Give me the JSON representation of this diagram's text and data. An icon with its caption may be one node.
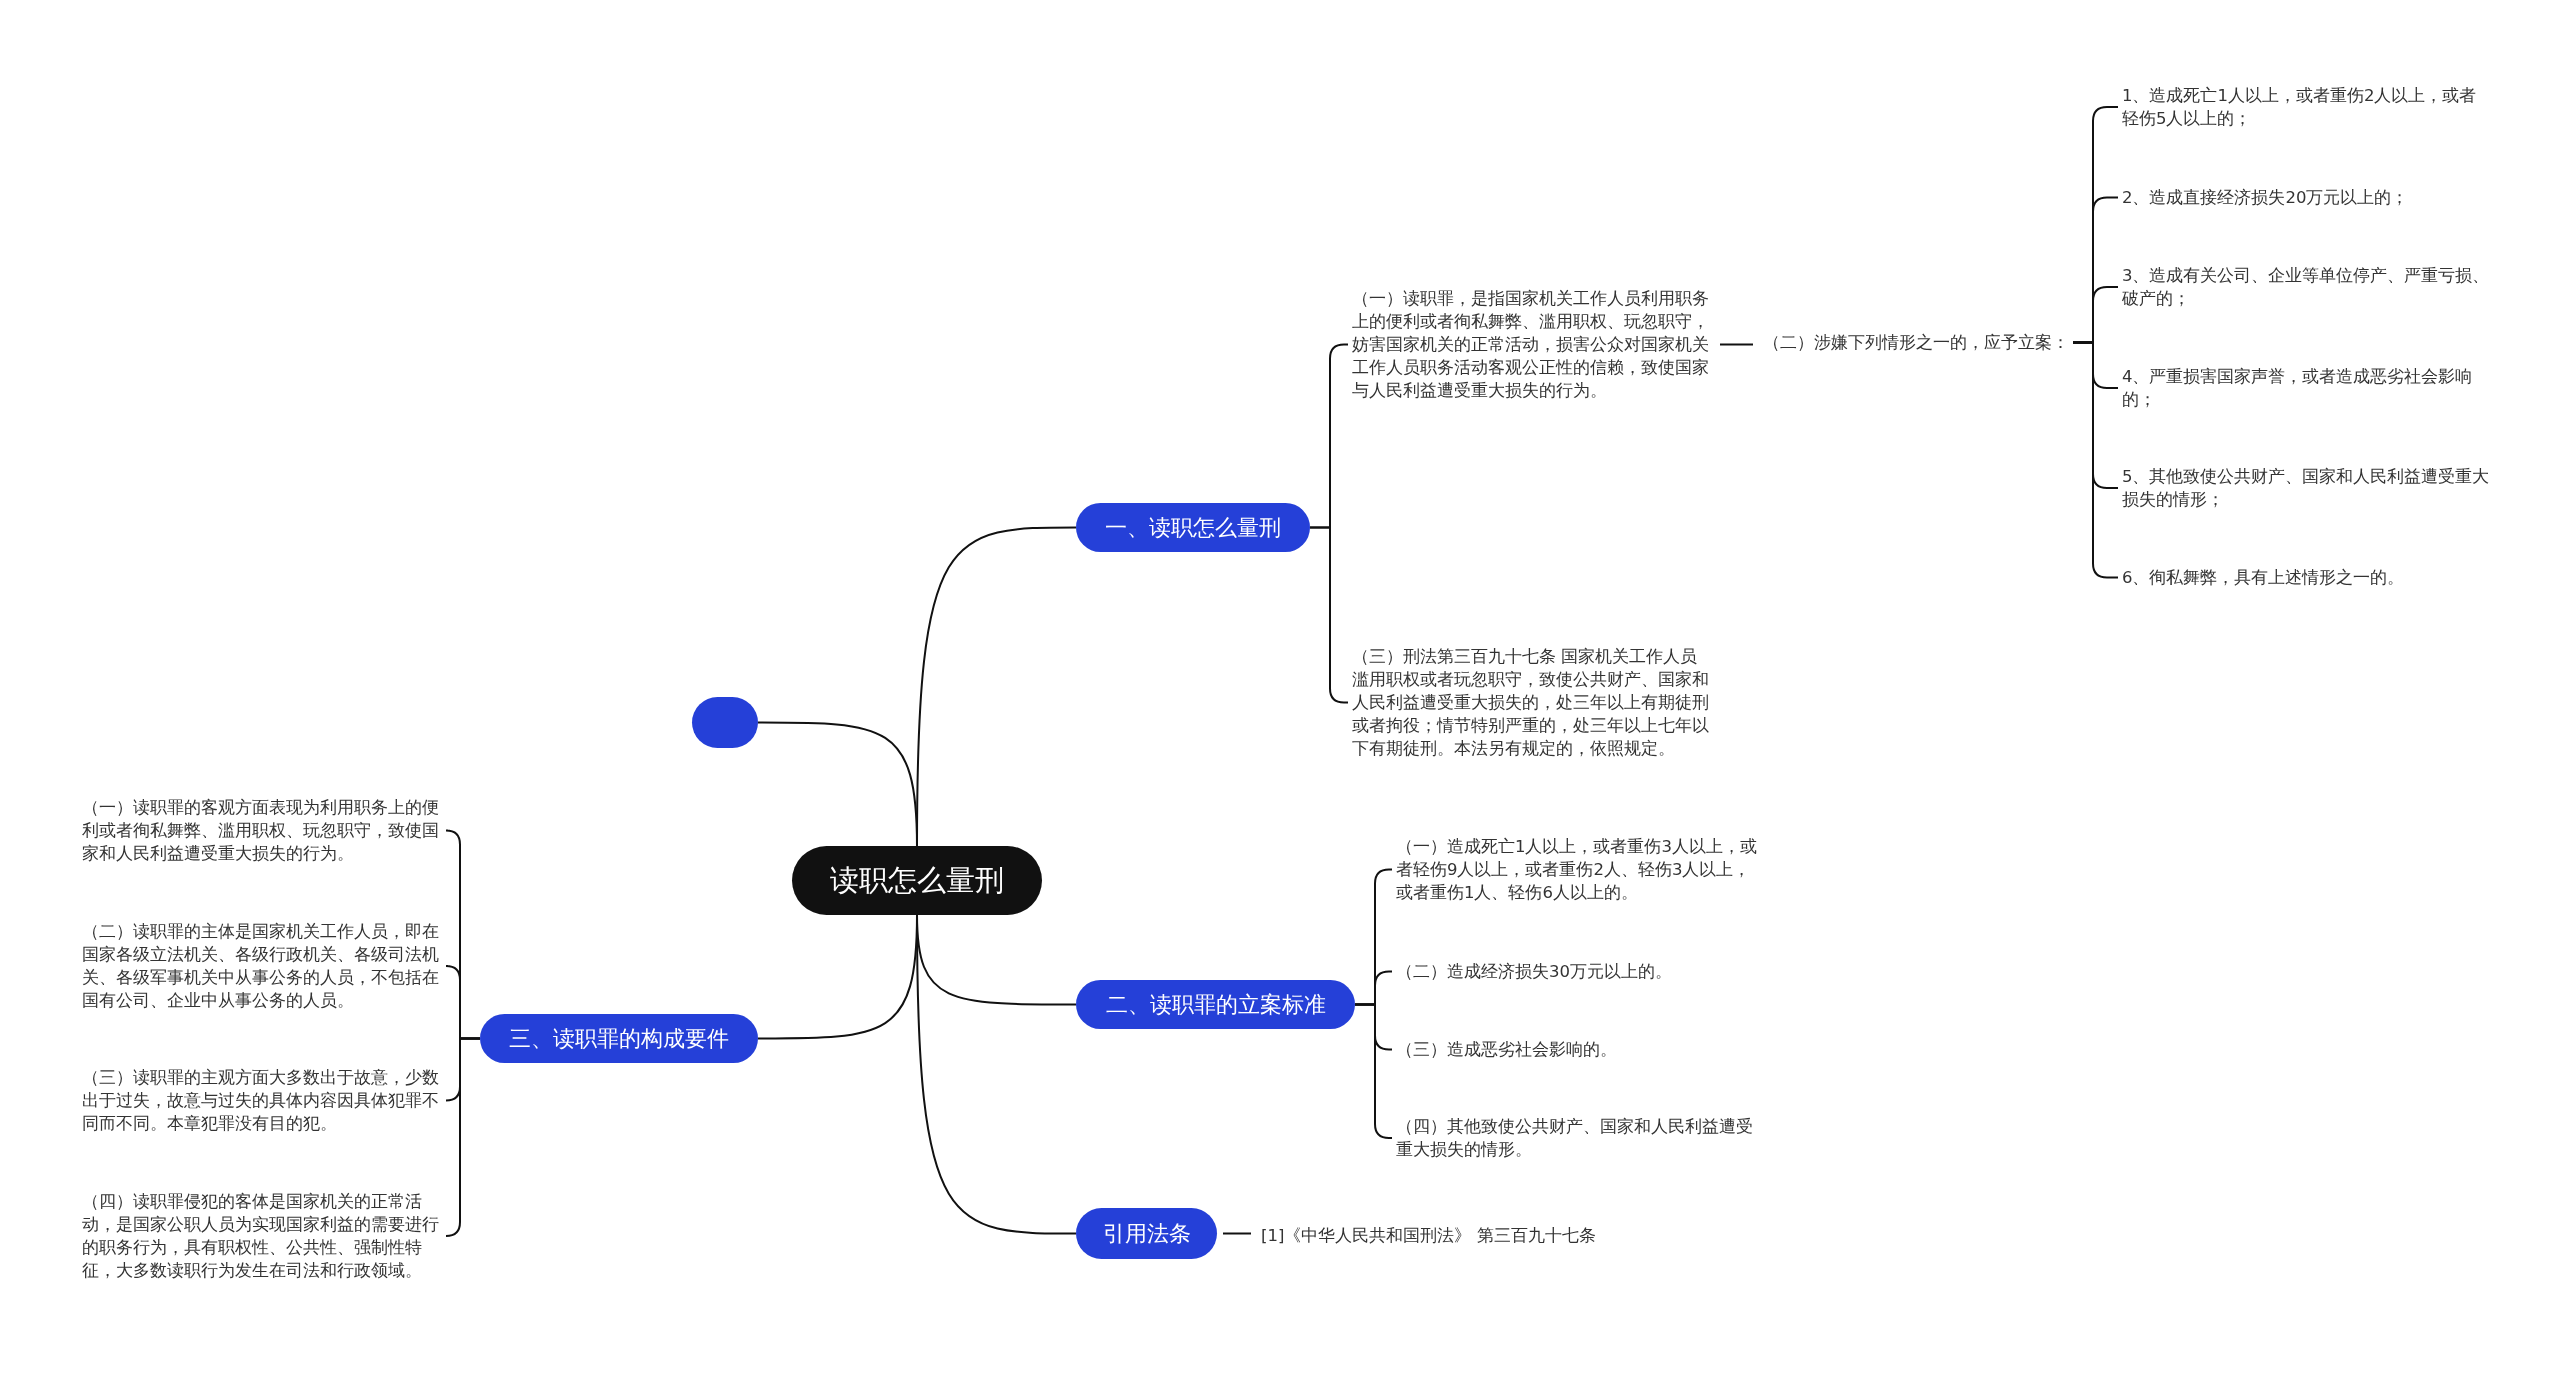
{
  "diagram": {
    "nodes": [
      {
        "text": [
          "读职怎么量刑"
        ]
      },
      {
        "text": [
          "一、读职怎么量刑"
        ]
      },
      {
        "text": [
          "（一）读职罪，是指国家机关工作人员利用职务上的便利或者徇私舞弊、滥用职权、玩忽职守，妨害国家机关的正常活动，损害公众对国家机关工作人员职务活动客观公正性的信赖，致使国家与人民利益遭受重大损失的行为。"
        ]
      },
      {
        "text": [
          "（二）涉嫌下列情形之一的，应予立案："
        ]
      },
      {
        "text": [
          "1、造成死亡1人以上，或者重伤2人以上，或者轻伤5人以上的；"
        ]
      },
      {
        "text": [
          "2、造成直接经济损失20万元以上的；"
        ]
      },
      {
        "text": [
          "3、造成有关公司、企业等单位停产、严重亏损、破产的；"
        ]
      },
      {
        "text": [
          "4、严重损害国家声誉，或者造成恶劣社会影响的；"
        ]
      },
      {
        "text": [
          "5、其他致使公共财产、国家和人民利益遭受重大损失的情形；"
        ]
      },
      {
        "text": [
          "6、徇私舞弊，具有上述情形之一的。"
        ]
      },
      {
        "text": [
          "（三）刑法第三百九十七条 国家机关工作人员滥用职权或者玩忽职守，致使公共财产、国家和人民利益遭受重大损失的，处三年以上有期徒刑或者拘役；情节特别严重的，处三年以上七年以下有期徒刑。本法另有规定的，依照规定。"
        ]
      },
      {
        "text": [
          "二、读职罪的立案标准"
        ]
      },
      {
        "text": [
          "（一）造成死亡1人以上，或者重伤3人以上，或者轻伤9人以上，或者重伤2人、轻伤3人以上，或者重伤1人、轻伤6人以上的。"
        ]
      },
      {
        "text": [
          "（二）造成经济损失30万元以上的。"
        ]
      },
      {
        "text": [
          "（三）造成恶劣社会影响的。"
        ]
      },
      {
        "text": [
          "（四）其他致使公共财产、国家和人民利益遭受重大损失的情形。"
        ]
      },
      {
        "text": [
          "引用法条"
        ]
      },
      {
        "text": [
          "[1]《中华人民共和国刑法》 第三百九十七条"
        ]
      },
      {
        "text": [],
        "shape": "box"
      },
      {
        "text": [
          "三、读职罪的构成要件"
        ]
      },
      {
        "text": [
          "（一）读职罪的客观方面表现为利用职务上的便利或者徇私舞弊、滥用职权、玩忽职守，致使国家和人民利益遭受重大损失的行为。"
        ]
      },
      {
        "text": [
          "（二）读职罪的主体是国家机关工作人员，即在国家各级立法机关、各级行政机关、各级司法机关、各级军事机关中从事公务的人员，不包括在国有公司、企业中从事公务的人员。"
        ]
      },
      {
        "text": [
          "（三）读职罪的主观方面大多数出于故意，少数出于过失，故意与过失的具体内容因具体犯罪不同而不同。本章犯罪没有目的犯。"
        ]
      },
      {
        "text": [
          "（四）读职罪侵犯的客体是国家机关的正常活动，是国家公职人员为实现国家利益的需要进行的职务行为，具有职权性、公共性、强制性特征，大多数读职行为发生在司法和行政领域。"
        ]
      }
    ],
    "edges": [
      {
        "from": 0,
        "to": 1,
        "arrow": "none"
      },
      {
        "from": 1,
        "to": 2,
        "arrow": "none"
      },
      {
        "from": 1,
        "to": 10,
        "arrow": "none"
      },
      {
        "from": 2,
        "to": 3,
        "arrow": "none"
      },
      {
        "from": 3,
        "to": 4,
        "arrow": "none"
      },
      {
        "from": 3,
        "to": 5,
        "arrow": "none"
      },
      {
        "from": 3,
        "to": 6,
        "arrow": "none"
      },
      {
        "from": 3,
        "to": 7,
        "arrow": "none"
      },
      {
        "from": 3,
        "to": 8,
        "arrow": "none"
      },
      {
        "from": 3,
        "to": 9,
        "arrow": "none"
      },
      {
        "from": 0,
        "to": 11,
        "arrow": "none"
      },
      {
        "from": 11,
        "to": 12,
        "arrow": "none"
      },
      {
        "from": 11,
        "to": 13,
        "arrow": "none"
      },
      {
        "from": 11,
        "to": 14,
        "arrow": "none"
      },
      {
        "from": 11,
        "to": 15,
        "arrow": "none"
      },
      {
        "from": 0,
        "to": 16,
        "arrow": "none"
      },
      {
        "from": 16,
        "to": 17,
        "arrow": "none"
      },
      {
        "from": 0,
        "to": 18,
        "arrow": "none"
      },
      {
        "from": 0,
        "to": 19,
        "arrow": "none"
      },
      {
        "from": 19,
        "to": 20,
        "arrow": "none"
      },
      {
        "from": 19,
        "to": 21,
        "arrow": "none"
      },
      {
        "from": 19,
        "to": 22,
        "arrow": "none"
      },
      {
        "from": 19,
        "to": 23,
        "arrow": "none"
      }
    ]
  }
}
